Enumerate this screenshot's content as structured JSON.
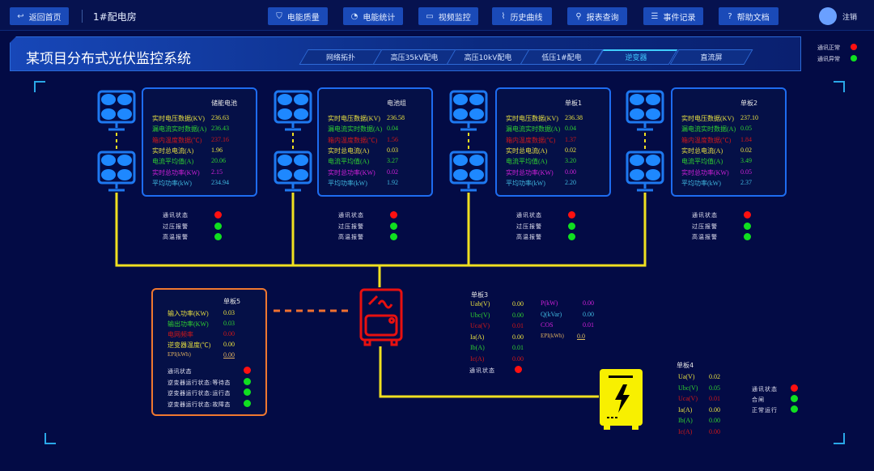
{
  "header": {
    "back": "返回首页",
    "room": "1#配电房",
    "nav": [
      "电能质量",
      "电能统计",
      "视频监控",
      "历史曲线",
      "报表查询",
      "事件记录",
      "帮助文档"
    ],
    "logout": "注销"
  },
  "system_title": "某项目分布式光伏监控系统",
  "tabs": [
    "网络拓扑",
    "高压35kV配电",
    "高压10kV配电",
    "低压1#配电",
    "逆变器",
    "直流屏"
  ],
  "active_tab": "逆变器",
  "legend": [
    {
      "label": "通讯正常",
      "color": "#ff1010"
    },
    {
      "label": "通讯异常",
      "color": "#10e020"
    }
  ],
  "panels": [
    {
      "title": "储能电池",
      "values": [
        "236.63",
        "236.43",
        "237.16",
        "1.96",
        "20.06",
        "2.15",
        "234.94"
      ]
    },
    {
      "title": "电池组",
      "values": [
        "236.58",
        "0.04",
        "1.56",
        "0.03",
        "3.27",
        "0.02",
        "1.92"
      ]
    },
    {
      "title": "单板1",
      "values": [
        "236.38",
        "0.04",
        "1.37",
        "0.02",
        "3.20",
        "0.00",
        "2.20"
      ]
    },
    {
      "title": "单板2",
      "values": [
        "237.10",
        "0.05",
        "1.84",
        "0.02",
        "3.49",
        "0.05",
        "2.37"
      ]
    }
  ],
  "panel_labels": [
    "实时电压数据(KV)",
    "漏电流实时数据(A)",
    "箱内温度数据(℃)",
    "实时总电流(A)",
    "电流平均值(A)",
    "实时总功率(KW)",
    "平均功率(kW)"
  ],
  "status_labels": [
    "通讯状态",
    "过压报警",
    "高温报警"
  ],
  "board5": {
    "title": "单板5",
    "rows": [
      {
        "label": "输入功率(KW)",
        "value": "0.03"
      },
      {
        "label": "输出功率(KW)",
        "value": "0.03"
      },
      {
        "label": "电网频率",
        "value": "0.00"
      },
      {
        "label": "逆变器温度(℃)",
        "value": "0.00"
      },
      {
        "label": "EPI(kWh)",
        "value": "0.00"
      }
    ],
    "status": [
      "通讯状态",
      "逆变器运行状态:等待态",
      "逆变器运行状态:运行态",
      "逆变器运行状态:故障态"
    ]
  },
  "board3": {
    "title": "单板3",
    "left": [
      {
        "label": "Uab(V)",
        "value": "0.00"
      },
      {
        "label": "Ubc(V)",
        "value": "0.00"
      },
      {
        "label": "Uca(V)",
        "value": "0.01"
      },
      {
        "label": "Ia(A)",
        "value": "0.00"
      },
      {
        "label": "Ib(A)",
        "value": "0.01"
      },
      {
        "label": "Ic(A)",
        "value": "0.00"
      }
    ],
    "right": [
      {
        "label": "P(kW)",
        "value": "0.00"
      },
      {
        "label": "Q(kVar)",
        "value": "0.00"
      },
      {
        "label": "COS",
        "value": "0.01"
      },
      {
        "label": "EPI(kWh)",
        "value": "0.0"
      }
    ],
    "status": "通讯状态"
  },
  "board4": {
    "title": "单板4",
    "rows": [
      {
        "label": "Ua(V)",
        "value": "0.02"
      },
      {
        "label": "Ubc(V)",
        "value": "0.05"
      },
      {
        "label": "Uca(V)",
        "value": "0.01"
      },
      {
        "label": "Ia(A)",
        "value": "0.00"
      },
      {
        "label": "Ib(A)",
        "value": "0.00"
      },
      {
        "label": "Ic(A)",
        "value": "0.00"
      }
    ],
    "status": [
      "通讯状态",
      "合闸",
      "正常运行"
    ]
  }
}
